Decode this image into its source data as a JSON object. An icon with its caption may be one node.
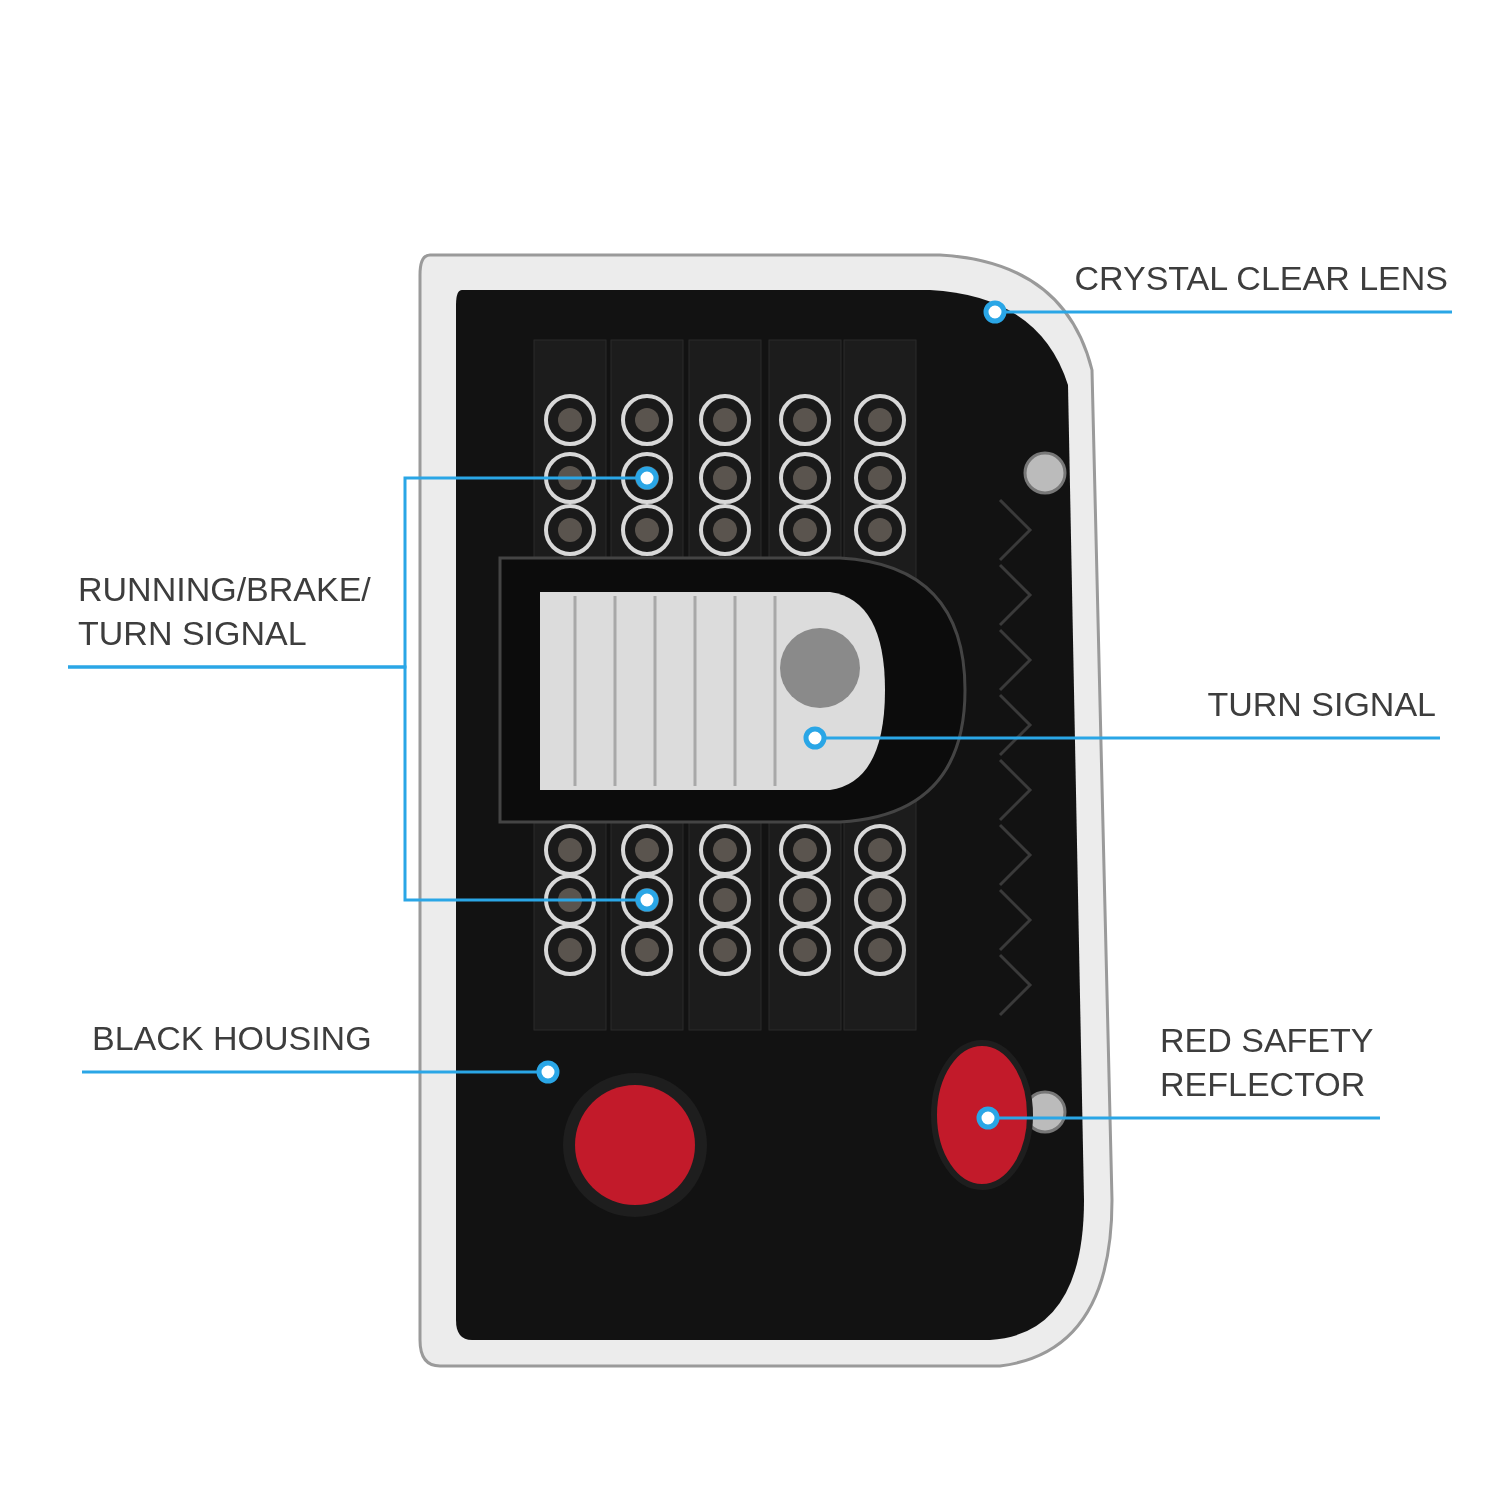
{
  "diagram": {
    "nodes": [
      {
        "text": [
          "CRYSTAL CLEAR LENS"
        ]
      },
      {
        "text": [],
        "shape": "picture"
      },
      {
        "text": [
          "RUNNING/BRAKE/ TURN SIGNAL"
        ]
      },
      {
        "text": [],
        "shape": "picture",
        "in": 8
      },
      {
        "text": [],
        "shape": "picture",
        "in": 8
      },
      {
        "text": [
          "TURN SIGNAL"
        ]
      },
      {
        "text": [],
        "shape": "picture",
        "in": 8
      },
      {
        "text": [
          "BLACK HOUSING"
        ]
      },
      {
        "text": [],
        "shape": "picture",
        "in": 1
      },
      {
        "text": [
          "RED SAFETY REFLECTOR"
        ]
      },
      {
        "text": [],
        "shape": "picture",
        "in": 8
      }
    ],
    "edges": [
      {
        "from": 0,
        "to": 1,
        "arrow": "other"
      },
      {
        "from": 2,
        "to": 3,
        "arrow": "other"
      },
      {
        "from": 2,
        "to": 4,
        "arrow": "other"
      },
      {
        "from": 5,
        "to": 6,
        "arrow": "other"
      },
      {
        "from": 7,
        "to": 8,
        "arrow": "other"
      },
      {
        "from": 9,
        "to": 10,
        "arrow": "other"
      }
    ]
  }
}
